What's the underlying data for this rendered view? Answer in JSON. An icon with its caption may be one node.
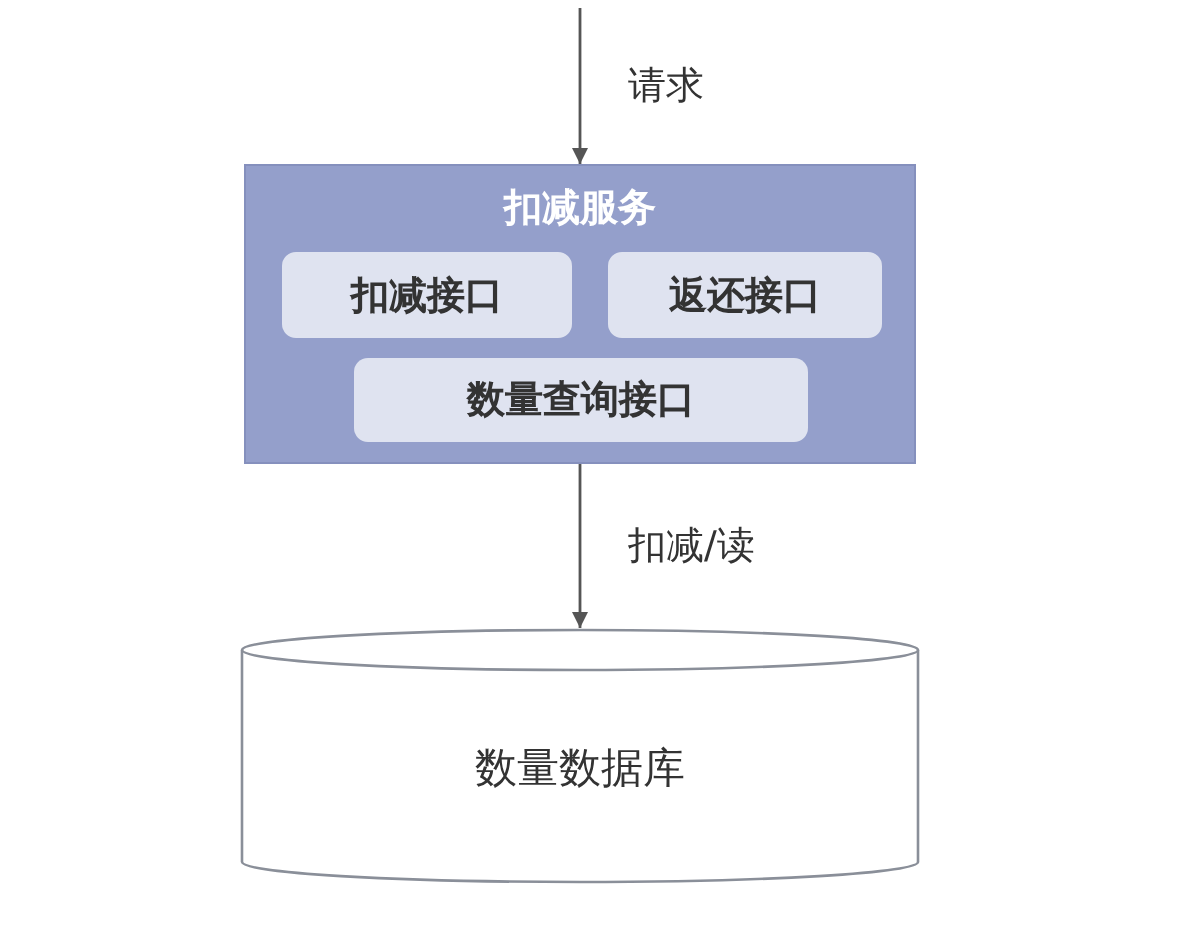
{
  "diagram": {
    "nodes": [
      {
        "text": [
          "扣减服务"
        ]
      },
      {
        "text": [
          "扣减接口"
        ],
        "in": 0
      },
      {
        "text": [
          "返还接口"
        ],
        "in": 0
      },
      {
        "text": [
          "数量查询接口"
        ],
        "in": 0
      },
      {
        "text": [
          "数量数据库"
        ]
      }
    ],
    "edges": [
      {
        "from": null,
        "to": 0,
        "arrow": "to",
        "label": "请求"
      },
      {
        "from": 0,
        "to": 4,
        "arrow": "to",
        "label": "扣减/读"
      }
    ]
  }
}
